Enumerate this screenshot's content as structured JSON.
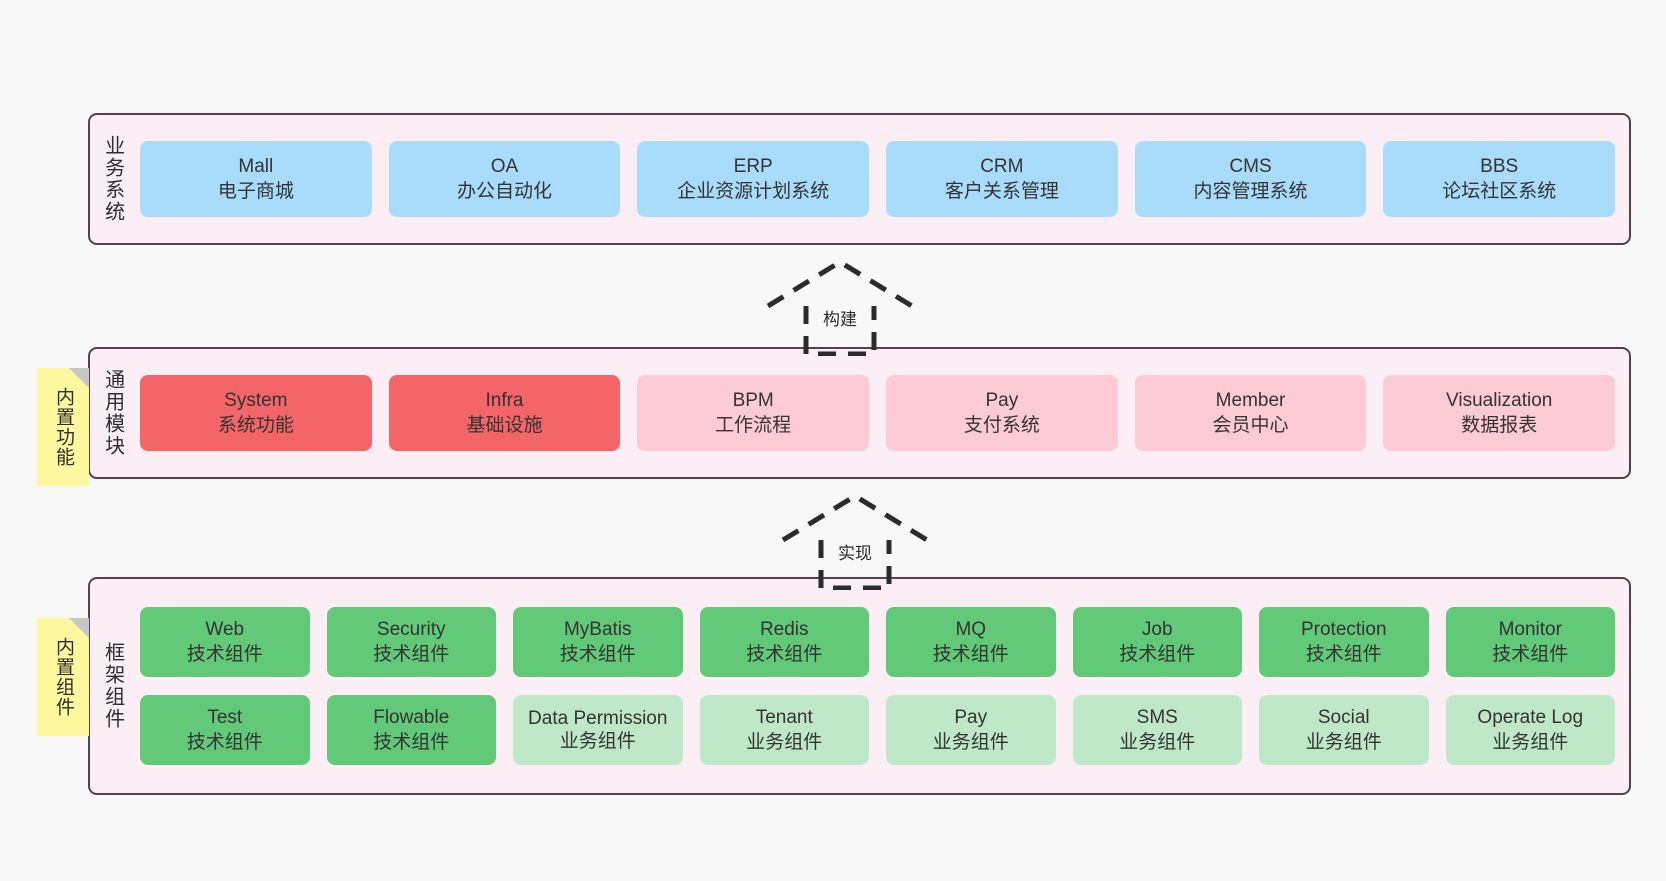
{
  "diagram": {
    "background": "#f8f8f8",
    "panel_fill": "#fbeef5",
    "panel_border": "#55414e",
    "note_fill": "#fdf79e",
    "note_fold": "#c7c7c7"
  },
  "notes": [
    {
      "id": "builtin-function",
      "text": "内置功能"
    },
    {
      "id": "builtin-component",
      "text": "内置组件"
    }
  ],
  "connectors": [
    {
      "id": "build",
      "label": "构建",
      "style": "dashed-hollow-arrow-up"
    },
    {
      "id": "implement",
      "label": "实现",
      "style": "dashed-hollow-arrow-up"
    }
  ],
  "layers": [
    {
      "id": "business",
      "title": "业务系统",
      "color": "#a9dcfb",
      "rows": [
        [
          {
            "en": "Mall",
            "cn": "电子商城",
            "color": "#a9dcfb"
          },
          {
            "en": "OA",
            "cn": "办公自动化",
            "color": "#a9dcfb"
          },
          {
            "en": "ERP",
            "cn": "企业资源计划系统",
            "color": "#a9dcfb"
          },
          {
            "en": "CRM",
            "cn": "客户关系管理",
            "color": "#a9dcfb"
          },
          {
            "en": "CMS",
            "cn": "内容管理系统",
            "color": "#a9dcfb"
          },
          {
            "en": "BBS",
            "cn": "论坛社区系统",
            "color": "#a9dcfb"
          }
        ]
      ]
    },
    {
      "id": "module",
      "title": "通用模块",
      "color": "#fccbd4",
      "rows": [
        [
          {
            "en": "System",
            "cn": "系统功能",
            "color": "#f4656a"
          },
          {
            "en": "Infra",
            "cn": "基础设施",
            "color": "#f4656a"
          },
          {
            "en": "BPM",
            "cn": "工作流程",
            "color": "#fccbd4"
          },
          {
            "en": "Pay",
            "cn": "支付系统",
            "color": "#fccbd4"
          },
          {
            "en": "Member",
            "cn": "会员中心",
            "color": "#fccbd4"
          },
          {
            "en": "Visualization",
            "cn": "数据报表",
            "color": "#fccbd4"
          }
        ]
      ]
    },
    {
      "id": "framework",
      "title": "框架组件",
      "color": "#62c978",
      "rows": [
        [
          {
            "en": "Web",
            "cn": "技术组件",
            "color": "#62c978"
          },
          {
            "en": "Security",
            "cn": "技术组件",
            "color": "#62c978"
          },
          {
            "en": "MyBatis",
            "cn": "技术组件",
            "color": "#62c978"
          },
          {
            "en": "Redis",
            "cn": "技术组件",
            "color": "#62c978"
          },
          {
            "en": "MQ",
            "cn": "技术组件",
            "color": "#62c978"
          },
          {
            "en": "Job",
            "cn": "技术组件",
            "color": "#62c978"
          },
          {
            "en": "Protection",
            "cn": "技术组件",
            "color": "#62c978"
          },
          {
            "en": "Monitor",
            "cn": "技术组件",
            "color": "#62c978"
          }
        ],
        [
          {
            "en": "Test",
            "cn": "技术组件",
            "color": "#62c978"
          },
          {
            "en": "Flowable",
            "cn": "技术组件",
            "color": "#62c978"
          },
          {
            "en": "Data Permission",
            "cn": "业务组件",
            "color": "#bfe8c8"
          },
          {
            "en": "Tenant",
            "cn": "业务组件",
            "color": "#bfe8c8"
          },
          {
            "en": "Pay",
            "cn": "业务组件",
            "color": "#bfe8c8"
          },
          {
            "en": "SMS",
            "cn": "业务组件",
            "color": "#bfe8c8"
          },
          {
            "en": "Social",
            "cn": "业务组件",
            "color": "#bfe8c8"
          },
          {
            "en": "Operate Log",
            "cn": "业务组件",
            "color": "#bfe8c8"
          }
        ]
      ]
    }
  ]
}
